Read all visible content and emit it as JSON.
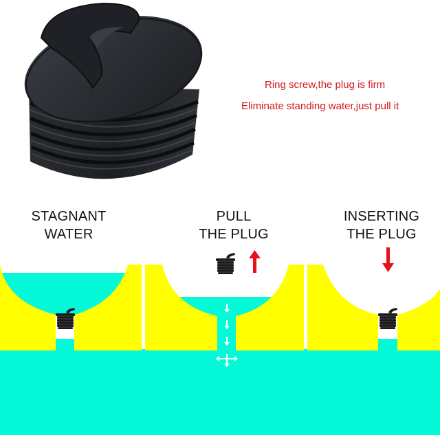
{
  "product_image": {
    "alt": "black kayak drain plug with ring handle"
  },
  "captions": {
    "line1": "Ring screw,the plug is firm",
    "line2": "Eliminate standing water,just pull it"
  },
  "panels": [
    {
      "title_line1": "STAGNANT",
      "title_line2": "WATER",
      "state": "plug inserted, water pooled"
    },
    {
      "title_line1": "PULL",
      "title_line2": "THE PLUG",
      "state": "plug removed, water drains",
      "arrow": "up"
    },
    {
      "title_line1": "INSERTING",
      "title_line2": "THE PLUG",
      "state": "plug being inserted",
      "arrow": "down"
    }
  ],
  "colors": {
    "hull_yellow": "#FFFF00",
    "water_cyan": "#05F8D8",
    "caption_red": "#D4161C",
    "arrow_red": "#E8101A",
    "plug_black": "#1a1a1a"
  }
}
